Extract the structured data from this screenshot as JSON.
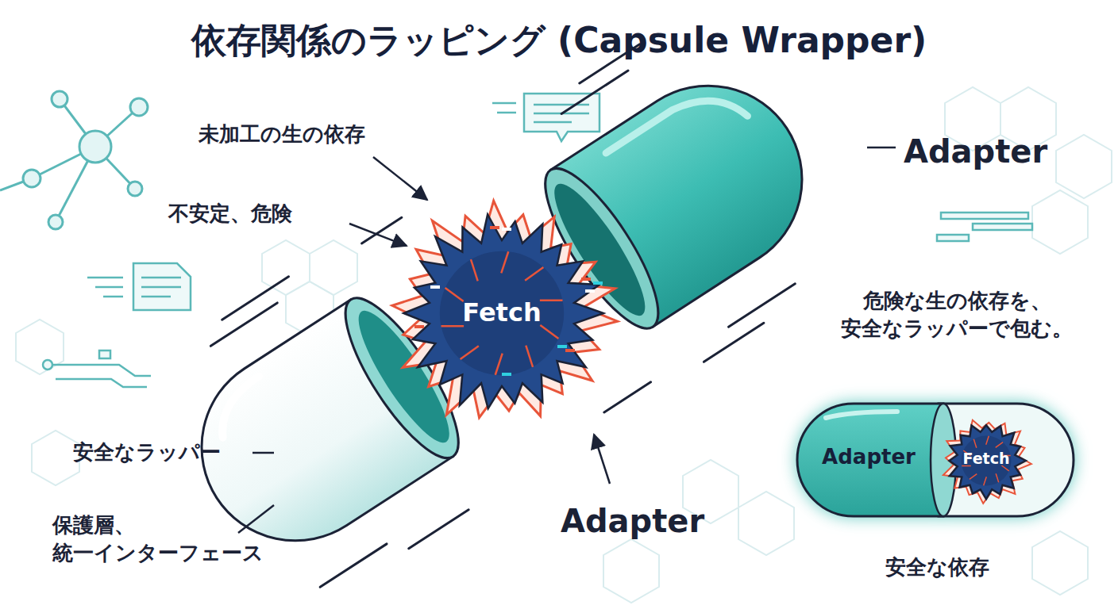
{
  "diagram": {
    "title": "依存関係のラッピング (Capsule Wrapper)",
    "nodes": [
      {
        "text": [
          "Fetch"
        ]
      },
      {
        "text": [
          "Adapter"
        ]
      },
      {
        "text": [
          "Fetch"
        ],
        "in": 1
      }
    ],
    "labels": [
      "未加工の生の依存",
      "不安定、危険",
      "Adapter",
      "危険な生の依存を、 安全なラッパーで包む。",
      "安全なラッパー",
      "保護層、 統一インターフェース",
      "Adapter",
      "安全な依存"
    ]
  }
}
